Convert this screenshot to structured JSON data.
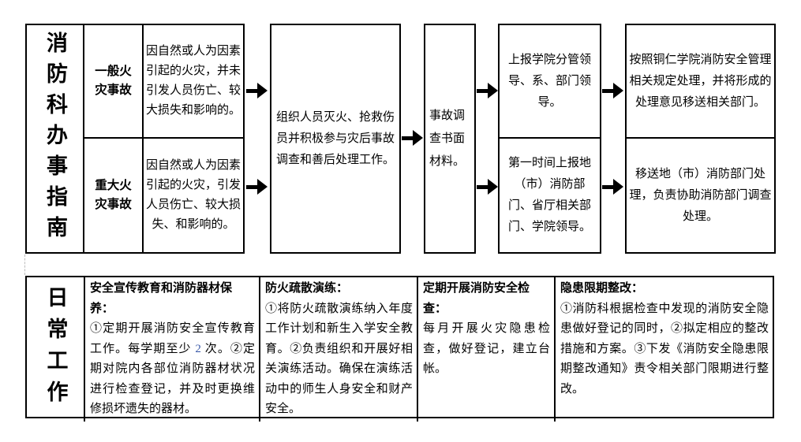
{
  "colors": {
    "border": "#000000",
    "text": "#000000",
    "highlight_number": "#3b5aa8",
    "gridline": "#bdbdbd"
  },
  "top_section": {
    "title": "消防科办事指南",
    "incident_rows": [
      {
        "label": "一般火灾事故",
        "description": "因自然或人为因素引起的火灾，并未引发人员伤亡、较大损失和影响的。"
      },
      {
        "label": "重大火灾事故",
        "description": "因自然或人为因素引起的火灾，引发人员伤亡、较大损失、和影响的。"
      }
    ],
    "response_box": "组织人员灭火、抢救伤员并积极参与灾后事故调查和善后处理工作。",
    "report_box": "事故调查书面材料。",
    "notify_boxes": [
      "上报学院分管领导、系、部门领导。",
      "第一时间上报地（市）消防部门、省厅相关部门、学院领导。"
    ],
    "handle_boxes": [
      "按照铜仁学院消防安全管理相关规定处理，并将形成的处理意见移送相关部门。",
      "移送地（市）消防部门处理，负责协助消防部门调查处理。"
    ]
  },
  "bottom_section": {
    "title": "日常工作",
    "columns": [
      {
        "header": "安全宣传教育和消防器材保养：",
        "body_pre": "①定期开展消防安全宣传教育工作。每学期至少 ",
        "count": "2",
        "body_post": " 次。②定期对院内各部位消防器材状况进行检查登记，并及时更换维修损坏遗失的器材。"
      },
      {
        "header": "防火疏散演练：",
        "body": "①将防火疏散演练纳入年度工作计划和新生入学安全教育。②负责组织和开展好相关演练活动。确保在演练活动中的师生人身安全和财产安全。"
      },
      {
        "header": "定期开展消防安全检查：",
        "body": "每月开展火灾隐患检查，做好登记，建立台帐。"
      },
      {
        "header": "隐患限期整改：",
        "body": "①消防科根据检查中发现的消防安全隐患做好登记的同时，②拟定相应的整改措施和方案。③下发《消防安全隐患限期整改通知》责令相关部门限期进行整改。"
      }
    ]
  }
}
